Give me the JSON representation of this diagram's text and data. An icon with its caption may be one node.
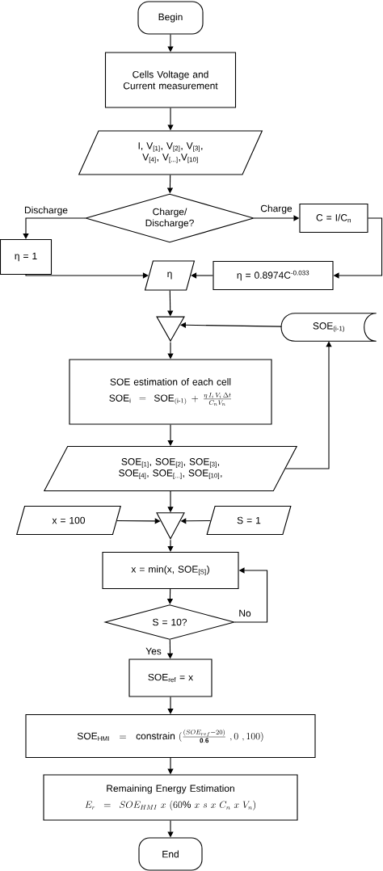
{
  "diagram": {
    "nodes": [
      {
        "text": [
          "Begin"
        ]
      },
      {
        "text": [
          "Cells Voltage and Current measurement"
        ]
      },
      {
        "text": [
          "I, V$_{[1]}$, V$_{[2]}$, V$_{[3]}$, V$_{[4]}$, V$_{[...]}$,V$_{[10]}$"
        ]
      },
      {
        "text": [
          "Charge/ Discharge?"
        ]
      },
      {
        "text": [
          "C = I/C$_{n}$"
        ]
      },
      {
        "text": [
          "η = 1"
        ]
      },
      {
        "text": [
          "η"
        ]
      },
      {
        "text": [
          "η = 0.8974C$^{-0.033}$"
        ]
      },
      {
        "text": [],
        "shape": "triangle"
      },
      {
        "text": [
          "SOE$_{(i-1)}$"
        ]
      },
      {
        "text": [
          "SOE estimation of each cell",
          "\\mathrm{SOE}_{\\mathrm{i}} = \\mathrm{SOE}_{(\\mathrm{i}\\text{-}1)} + \\frac{\\eta\\, I_i\\, V_i\\, \\Delta t}{C_n V_n}"
        ]
      },
      {
        "text": [
          "SOE$_{[1]}$, SOE$_{[2]}$, SOE$_{[3]}$, SOE$_{[4]}$, SOE$_{[...]}$, SOE$_{[10]}$,"
        ]
      },
      {
        "text": [
          "x = 100"
        ]
      },
      {
        "text": [],
        "shape": "triangle"
      },
      {
        "text": [
          "S = 1"
        ]
      },
      {
        "text": [
          "x = min(x, SOE$_{[S]}$)"
        ]
      },
      {
        "text": [
          "S = 10?"
        ]
      },
      {
        "text": [
          "SOE$_{ref}$ = x"
        ]
      },
      {
        "text": [
          "\\mathrm{SOE}_{\\mathrm{HMI}} = \\mathrm{constrain}\\ (\\frac{\\mathbf{(}SOE_{ref}-20\\mathbf{)}}{\\mathbf{0.6}}\\ ,0\\ ,100)"
        ]
      },
      {
        "text": [
          "Remaining Energy Estimation",
          "E_r = SOE_{HMI}\\ x\\ (60\\%\\ x\\ s\\ x\\ C_n\\ x\\ V_n)"
        ]
      },
      {
        "text": [
          "End"
        ]
      }
    ],
    "edges": [
      {
        "from": 0,
        "to": 1,
        "arrow": "to"
      },
      {
        "from": 1,
        "to": 2,
        "arrow": "to"
      },
      {
        "from": 2,
        "to": 3,
        "arrow": "to"
      },
      {
        "from": 3,
        "to": 5,
        "arrow": "to",
        "label": "Discharge"
      },
      {
        "from": 3,
        "to": 4,
        "arrow": "to",
        "label": "Charge"
      },
      {
        "from": 4,
        "to": 7,
        "arrow": "to"
      },
      {
        "from": 5,
        "to": 6,
        "arrow": "to"
      },
      {
        "from": 7,
        "to": 6,
        "arrow": "to"
      },
      {
        "from": 6,
        "to": 8,
        "arrow": "to"
      },
      {
        "from": 9,
        "to": 8,
        "arrow": "to"
      },
      {
        "from": 8,
        "to": 10,
        "arrow": "to"
      },
      {
        "from": 10,
        "to": 11,
        "arrow": "to"
      },
      {
        "from": 11,
        "to": 9,
        "arrow": "to"
      },
      {
        "from": 11,
        "to": 13,
        "arrow": "to"
      },
      {
        "from": 12,
        "to": 13,
        "arrow": "to"
      },
      {
        "from": 14,
        "to": 13,
        "arrow": "to"
      },
      {
        "from": 13,
        "to": 15,
        "arrow": "to"
      },
      {
        "from": 15,
        "to": 16,
        "arrow": "to"
      },
      {
        "from": 16,
        "to": 15,
        "arrow": "to",
        "label": "No"
      },
      {
        "from": 16,
        "to": 17,
        "arrow": "to",
        "label": "Yes"
      },
      {
        "from": 17,
        "to": 18,
        "arrow": "to"
      },
      {
        "from": 18,
        "to": 19,
        "arrow": "to"
      },
      {
        "from": 19,
        "to": 20,
        "arrow": "to"
      }
    ]
  }
}
